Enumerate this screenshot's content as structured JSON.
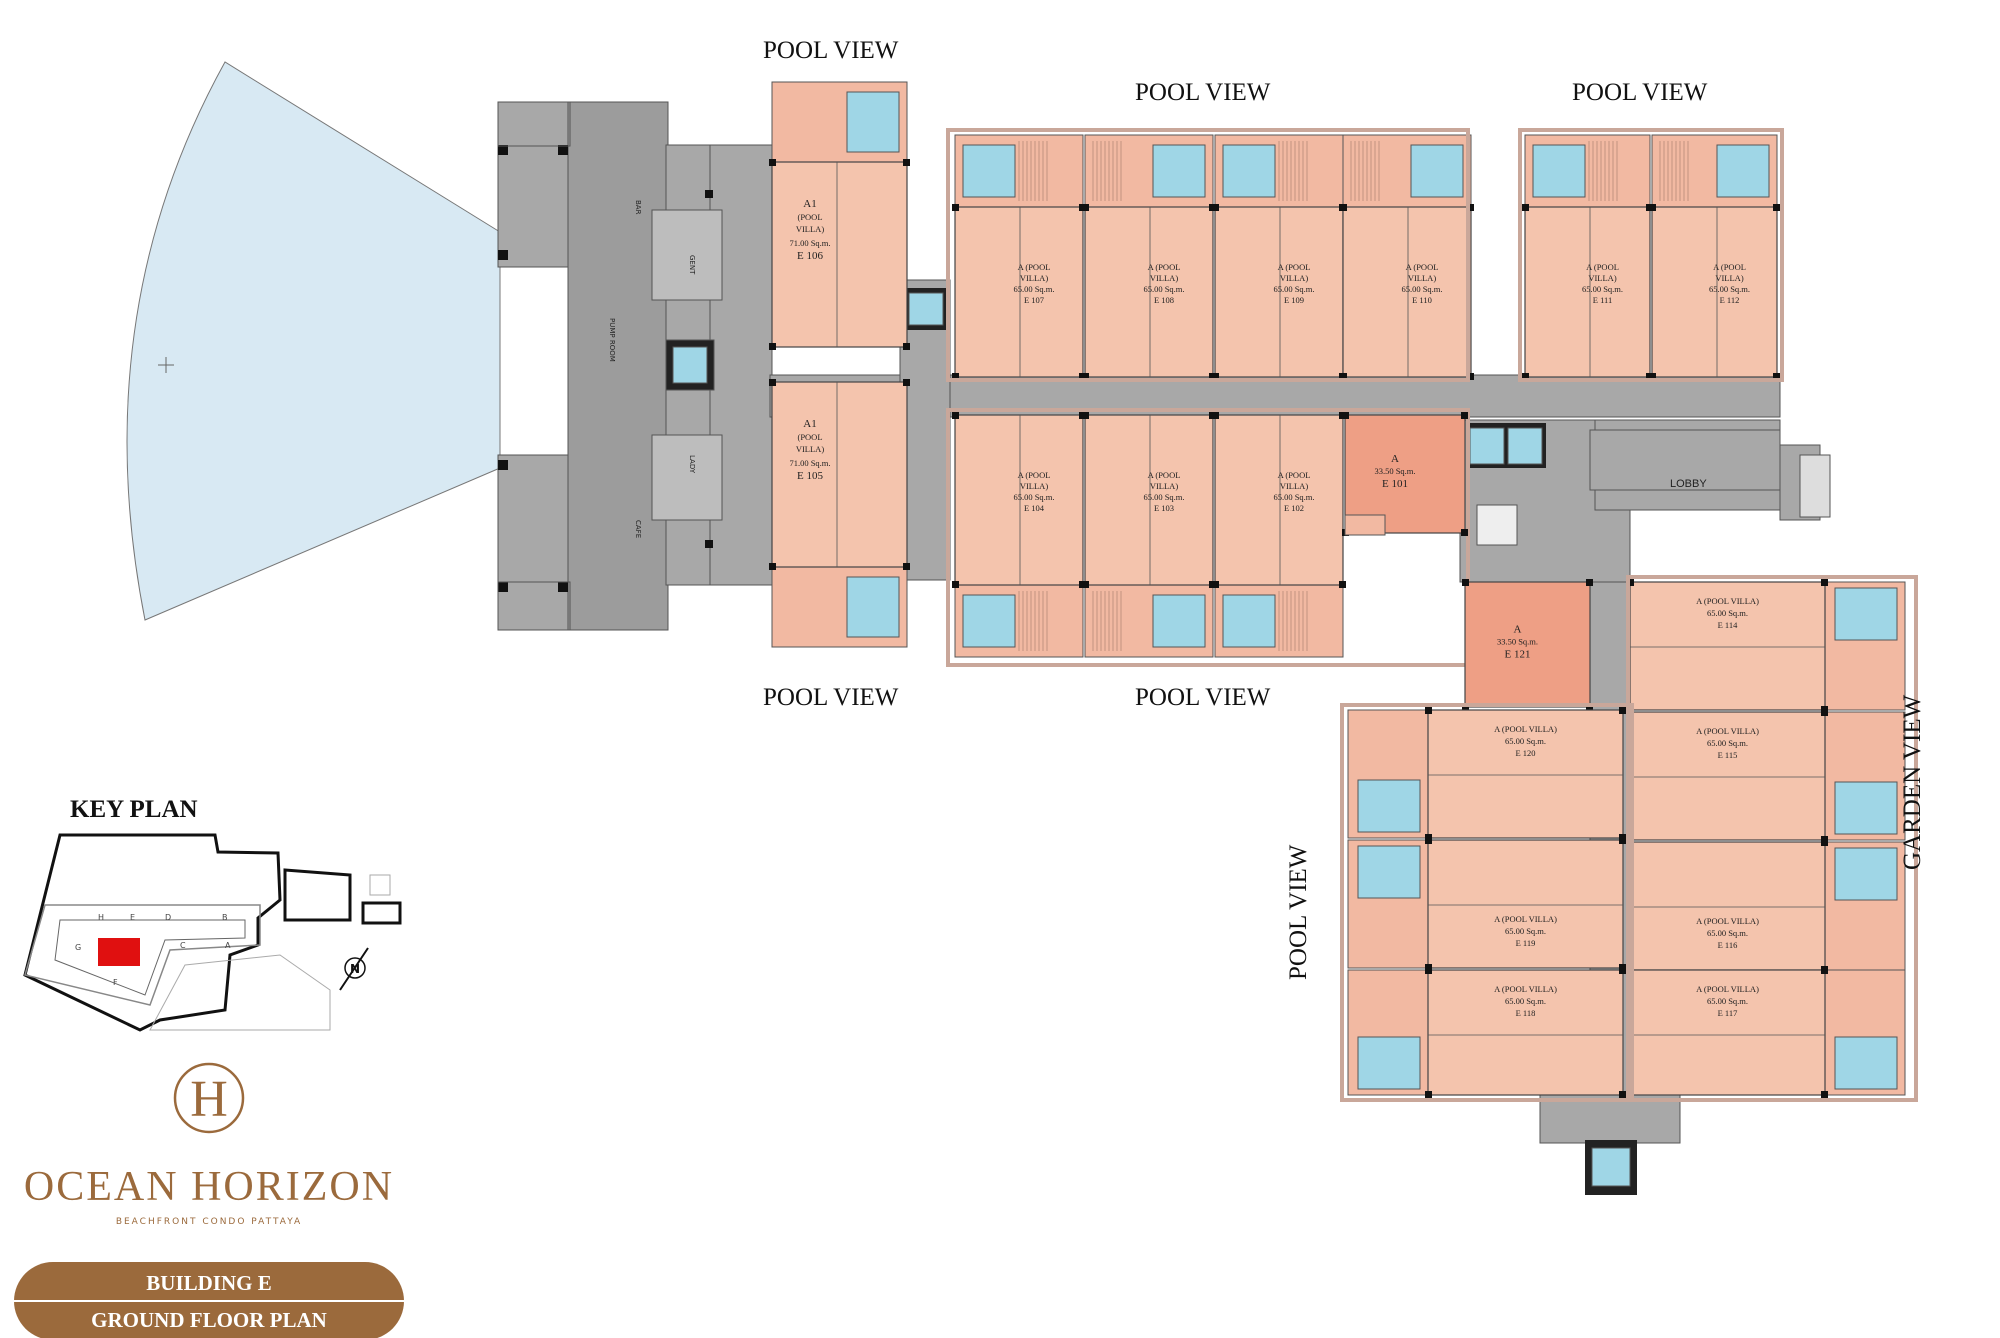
{
  "views": {
    "pool_view_top_left": "POOL VIEW",
    "pool_view_top_mid": "POOL VIEW",
    "pool_view_top_right": "POOL VIEW",
    "pool_view_bottom_left": "POOL VIEW",
    "pool_view_bottom_mid": "POOL VIEW",
    "pool_view_vertical": "POOL VIEW",
    "garden_view": "GARDEN VIEW"
  },
  "services": {
    "bar": "BAR",
    "gent": "GENT",
    "pump_room": "PUMP ROOM",
    "lady": "LADY",
    "cafe": "CAFE",
    "lobby": "LOBBY"
  },
  "units": {
    "e106": {
      "type": "A1",
      "l2": "(POOL",
      "l3": "VILLA)",
      "area": "71.00 Sq.m.",
      "id": "E 106"
    },
    "e105": {
      "type": "A1",
      "l2": "(POOL",
      "l3": "VILLA)",
      "area": "71.00 Sq.m.",
      "id": "E 105"
    },
    "e107": {
      "type": "A (POOL",
      "l2": "VILLA)",
      "area": "65.00 Sq.m.",
      "id": "E 107"
    },
    "e108": {
      "type": "A (POOL",
      "l2": "VILLA)",
      "area": "65.00 Sq.m.",
      "id": "E 108"
    },
    "e109": {
      "type": "A (POOL",
      "l2": "VILLA)",
      "area": "65.00 Sq.m.",
      "id": "E 109"
    },
    "e110": {
      "type": "A (POOL",
      "l2": "VILLA)",
      "area": "65.00 Sq.m.",
      "id": "E 110"
    },
    "e111": {
      "type": "A (POOL",
      "l2": "VILLA)",
      "area": "65.00 Sq.m.",
      "id": "E 111"
    },
    "e112": {
      "type": "A (POOL",
      "l2": "VILLA)",
      "area": "65.00 Sq.m.",
      "id": "E 112"
    },
    "e104": {
      "type": "A (POOL",
      "l2": "VILLA)",
      "area": "65.00 Sq.m.",
      "id": "E 104"
    },
    "e103": {
      "type": "A (POOL",
      "l2": "VILLA)",
      "area": "65.00 Sq.m.",
      "id": "E 103"
    },
    "e102": {
      "type": "A (POOL",
      "l2": "VILLA)",
      "area": "65.00 Sq.m.",
      "id": "E 102"
    },
    "e101": {
      "type": "A",
      "area": "33.50 Sq.m.",
      "id": "E 101"
    },
    "e121": {
      "type": "A",
      "area": "33.50 Sq.m.",
      "id": "E 121"
    },
    "e114": {
      "type": "A (POOL VILLA)",
      "area": "65.00 Sq.m.",
      "id": "E 114"
    },
    "e120": {
      "type": "A (POOL VILLA)",
      "area": "65.00 Sq.m.",
      "id": "E 120"
    },
    "e115": {
      "type": "A (POOL VILLA)",
      "area": "65.00 Sq.m.",
      "id": "E 115"
    },
    "e119": {
      "type": "A (POOL VILLA)",
      "area": "65.00 Sq.m.",
      "id": "E 119"
    },
    "e116": {
      "type": "A (POOL VILLA)",
      "area": "65.00 Sq.m.",
      "id": "E 116"
    },
    "e118": {
      "type": "A (POOL VILLA)",
      "area": "65.00 Sq.m.",
      "id": "E 118"
    },
    "e117": {
      "type": "A (POOL VILLA)",
      "area": "65.00 Sq.m.",
      "id": "E 117"
    }
  },
  "key_plan": {
    "title": "KEY PLAN",
    "zone_letters": [
      "H",
      "E",
      "D",
      "B",
      "G",
      "C",
      "A",
      "F"
    ],
    "north": "N"
  },
  "brand": {
    "logo_letter": "H",
    "name": "OCEAN HORIZON",
    "tagline": "BEACHFRONT CONDO PATTAYA"
  },
  "banner": {
    "line1": "BUILDING E",
    "line2": "GROUND FLOOR PLAN"
  },
  "colors": {
    "unit_fill": "#f4c4ad",
    "studio_fill": "#ee9f85",
    "pool_fill": "#9fd6e6",
    "corridor_fill": "#a8a8a8",
    "brand_gold": "#9b6a3c",
    "key_plan_highlight": "#e01010"
  }
}
